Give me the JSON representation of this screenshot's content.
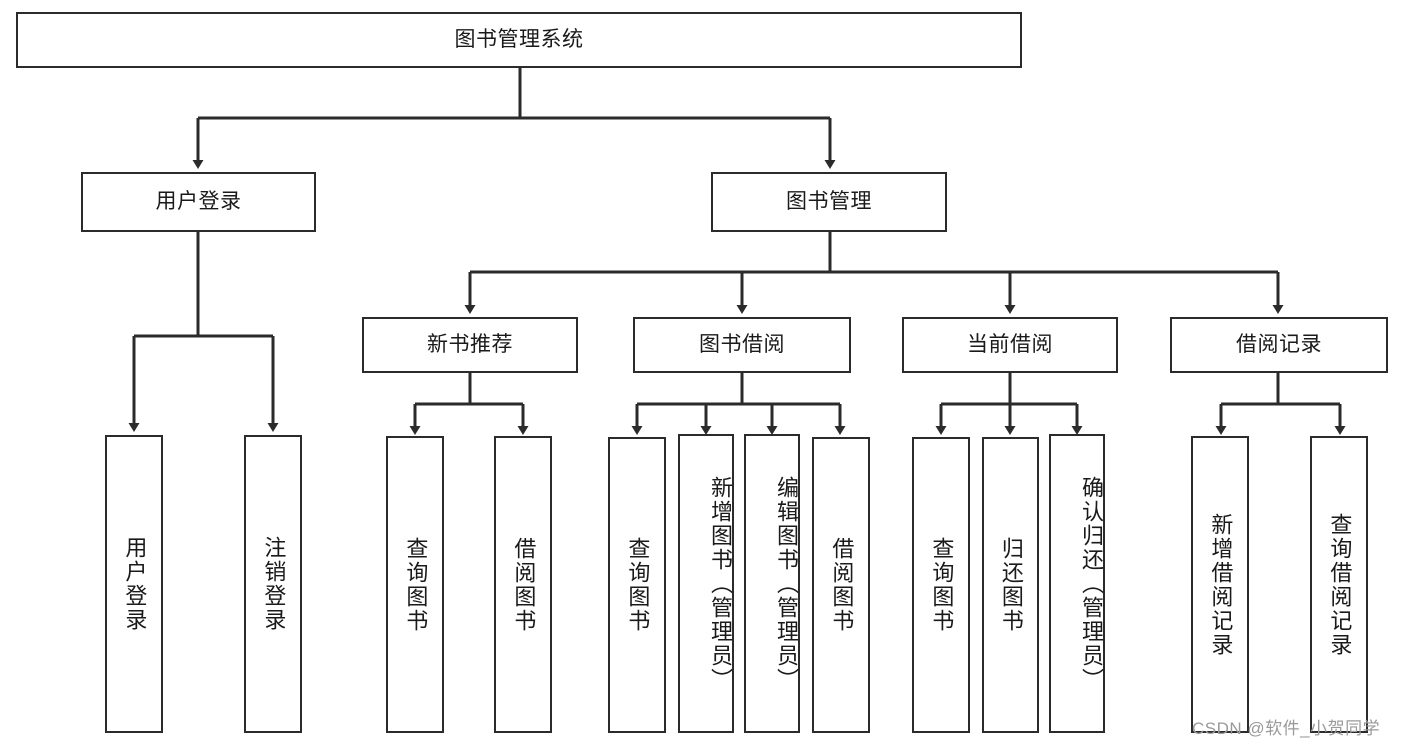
{
  "diagram": {
    "title": "图书管理系统",
    "type": "tree",
    "watermark": "CSDN @软件_小贺同学",
    "root": {
      "label": "图书管理系统"
    },
    "level2": [
      {
        "label": "用户登录"
      },
      {
        "label": "图书管理"
      }
    ],
    "level3": [
      {
        "label": "新书推荐",
        "parent": "图书管理"
      },
      {
        "label": "图书借阅",
        "parent": "图书管理"
      },
      {
        "label": "当前借阅",
        "parent": "图书管理"
      },
      {
        "label": "借阅记录",
        "parent": "图书管理"
      }
    ],
    "leaves": {
      "user_login": [
        {
          "label": "用户登录"
        },
        {
          "label": "注销登录"
        }
      ],
      "new_book_recommend": [
        {
          "label": "查询图书"
        },
        {
          "label": "借阅图书"
        }
      ],
      "book_borrow": [
        {
          "label": "查询图书"
        },
        {
          "label": "新增图书（管理员）"
        },
        {
          "label": "编辑图书（管理员）"
        },
        {
          "label": "借阅图书"
        }
      ],
      "current_borrow": [
        {
          "label": "查询图书"
        },
        {
          "label": "归还图书"
        },
        {
          "label": "确认归还（管理员）"
        }
      ],
      "borrow_record": [
        {
          "label": "新增借阅记录"
        },
        {
          "label": "查询借阅记录"
        }
      ]
    },
    "colors": {
      "stroke": "#2b2b2b",
      "background": "#ffffff",
      "text": "#1a1a1a",
      "watermark": "#9a9a9a"
    }
  }
}
